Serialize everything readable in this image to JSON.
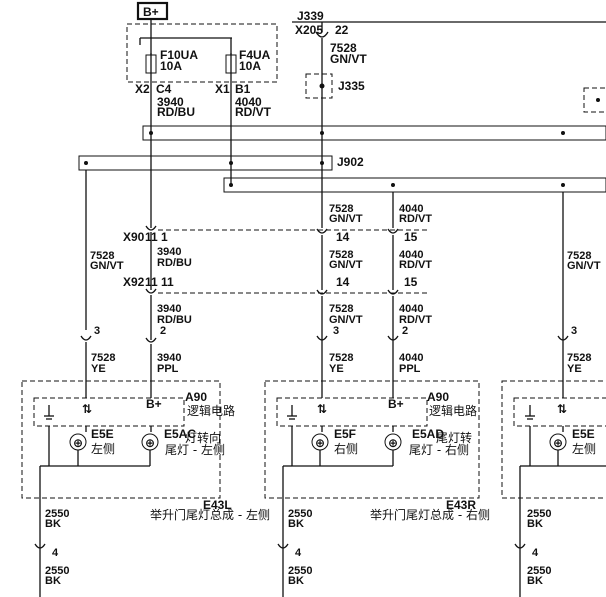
{
  "power": {
    "label": "B+"
  },
  "fuses": [
    {
      "name": "F10UA",
      "rating": "10A"
    },
    {
      "name": "F4UA",
      "rating": "10A"
    }
  ],
  "connectors": {
    "x2": "X2",
    "c4": "C4",
    "x1": "X1",
    "b1": "B1",
    "j339": "J339",
    "x205": "X205",
    "pin22": "22",
    "j335": "J335",
    "j902": "J902",
    "x90": "X90",
    "x90_pins": "11 1",
    "x92": "X92",
    "x92_pins": "11 11"
  },
  "wires": {
    "w3940_rdbu": "3940",
    "rdbu": "RD/BU",
    "w4040_rdvt": "4040",
    "rdvt": "RD/VT",
    "w7528_gnvt": "7528",
    "gnvt": "GN/VT",
    "w7528_ye": "7528",
    "ye": "YE",
    "w3940_ppl": "3940",
    "ppl": "PPL",
    "w4040_ppl": "4040",
    "w2550": "2550",
    "bk": "BK"
  },
  "pins": {
    "p14": "14",
    "p15": "15",
    "p3": "3",
    "p2": "2",
    "p4": "4"
  },
  "modules": [
    {
      "id": "A90",
      "desc": "逻辑电路",
      "bplus": "B+",
      "lamp1_code": "E5E",
      "lamp1_desc": "左侧",
      "lamp2_code": "E5AC",
      "lamp2_desc": "尾灯 - 左侧",
      "lamp2_side": "灯转向",
      "assembly": "E43L",
      "assembly_desc": "举升门尾灯总成 - 左侧"
    },
    {
      "id": "A90",
      "desc": "逻辑电路",
      "bplus": "B+",
      "lamp1_code": "E5F",
      "lamp1_desc": "右侧",
      "lamp2_code": "E5AD",
      "lamp2_desc": "尾灯 - 右侧",
      "lamp2_side": "尾灯转",
      "assembly": "E43R",
      "assembly_desc": "举升门尾灯总成 - 右侧"
    },
    {
      "lamp1_code": "E5E",
      "lamp1_desc": "左侧"
    }
  ]
}
